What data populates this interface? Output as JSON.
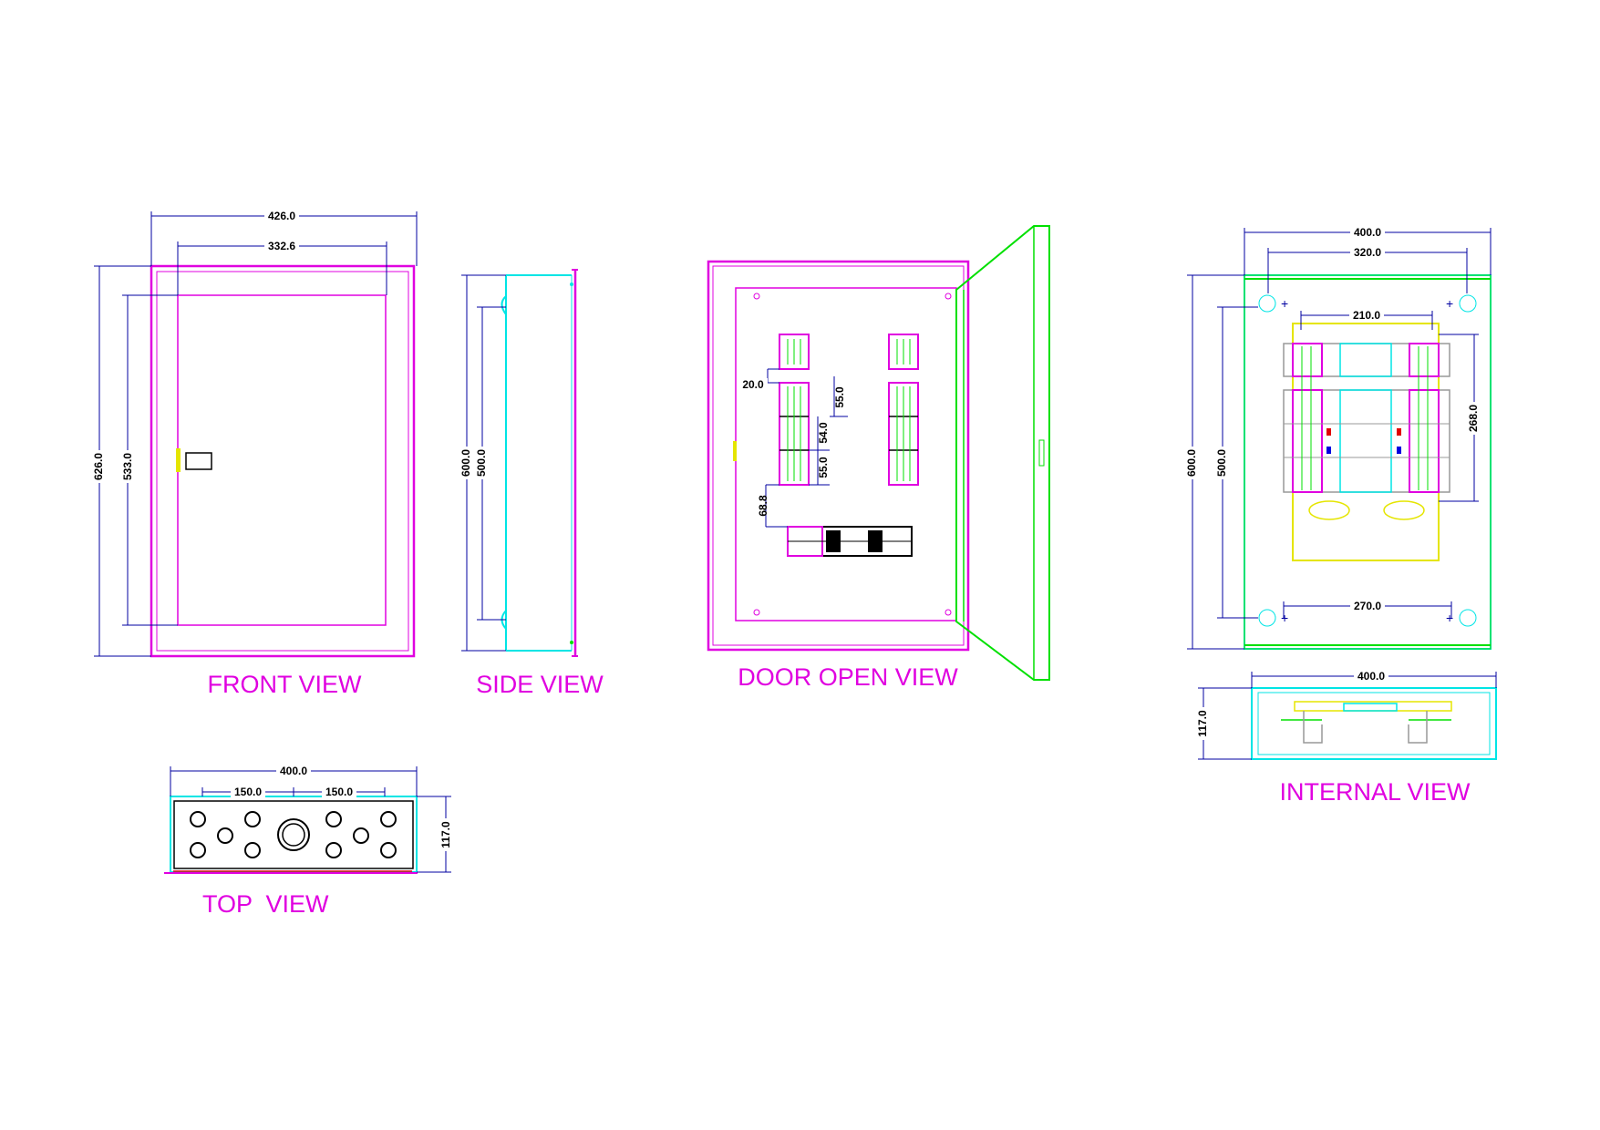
{
  "colors": {
    "outline": "#e000e0",
    "dimension": "#0000a0",
    "door": "#00e000",
    "side": "#00e5e5",
    "mounting": "#e5e500",
    "text_title": "#e000e0"
  },
  "front_view": {
    "title": "FRONT VIEW",
    "dims": {
      "width_outer": "426.0",
      "width_inner": "332.6",
      "height_outer": "626.0",
      "height_inner": "533.0"
    }
  },
  "side_view": {
    "title": "SIDE VIEW",
    "dims": {
      "height_outer": "600.0",
      "height_inner": "500.0"
    }
  },
  "door_open_view": {
    "title": "DOOR OPEN VIEW",
    "dims": {
      "gap_left": "20.0",
      "spacing_top": "55.0",
      "spacing_mid": "54.0",
      "spacing_bot": "55.0",
      "gap_bottom": "68.8"
    }
  },
  "internal_view": {
    "title": "INTERNAL VIEW",
    "dims": {
      "width_outer": "400.0",
      "width_mount": "320.0",
      "rail_width": "210.0",
      "height_outer": "600.0",
      "height_inner": "500.0",
      "rail_span": "268.0",
      "bottom_mount": "270.0",
      "depth_width": "400.0",
      "depth": "117.0"
    }
  },
  "top_view": {
    "title": "TOP  VIEW",
    "dims": {
      "width": "400.0",
      "spacing_left": "150.0",
      "spacing_right": "150.0",
      "depth": "117.0"
    }
  }
}
